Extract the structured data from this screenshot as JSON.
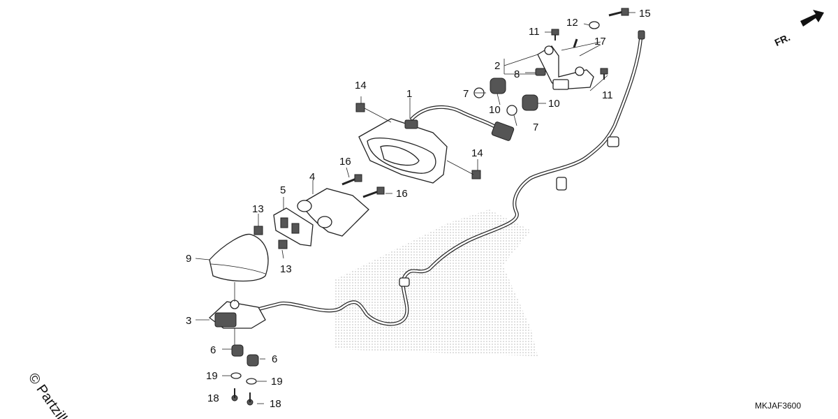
{
  "diagram": {
    "direction_label": "FR.",
    "diagram_code": "MKJAF3600",
    "watermark": "© Partzilla",
    "callouts": {
      "p1": "1",
      "p2": "2",
      "p3": "3",
      "p4": "4",
      "p5": "5",
      "p6a": "6",
      "p6b": "6",
      "p7a": "7",
      "p7b": "7",
      "p8": "8",
      "p9": "9",
      "p10a": "10",
      "p10b": "10",
      "p11a": "11",
      "p11b": "11",
      "p12": "12",
      "p13a": "13",
      "p13b": "13",
      "p14a": "14",
      "p14b": "14",
      "p15": "15",
      "p16a": "16",
      "p16b": "16",
      "p17": "17",
      "p18a": "18",
      "p18b": "18",
      "p19a": "19",
      "p19b": "19"
    }
  }
}
